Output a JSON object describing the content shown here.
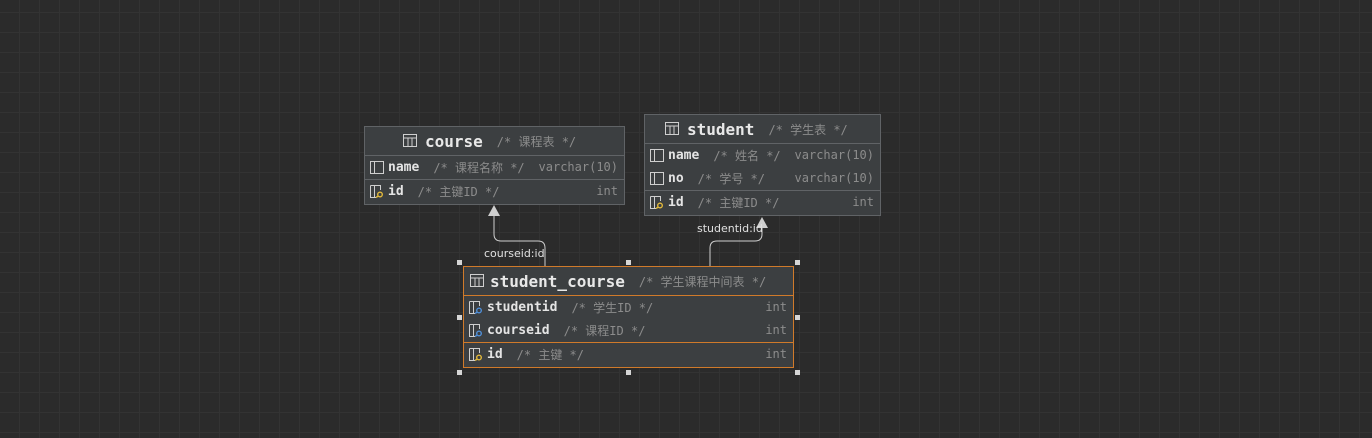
{
  "tables": {
    "course": {
      "name": "course",
      "comment": "/* 课程表 */",
      "columns": [
        {
          "name": "name",
          "comment": "/* 课程名称 */",
          "type": "varchar(10)"
        }
      ],
      "key": {
        "name": "id",
        "comment": "/* 主键ID */",
        "type": "int"
      }
    },
    "student": {
      "name": "student",
      "comment": "/* 学生表 */",
      "columns": [
        {
          "name": "name",
          "comment": "/* 姓名 */",
          "type": "varchar(10)"
        },
        {
          "name": "no",
          "comment": "/* 学号 */",
          "type": "varchar(10)"
        }
      ],
      "key": {
        "name": "id",
        "comment": "/* 主键ID */",
        "type": "int"
      }
    },
    "student_course": {
      "name": "student_course",
      "comment": "/* 学生课程中间表 */",
      "columns": [
        {
          "name": "studentid",
          "comment": "/* 学生ID */",
          "type": "int"
        },
        {
          "name": "courseid",
          "comment": "/* 课程ID */",
          "type": "int"
        }
      ],
      "key": {
        "name": "id",
        "comment": "/* 主键 */",
        "type": "int"
      }
    }
  },
  "relations": {
    "courseid_label": "courseid:id",
    "studentid_label": "studentid:id"
  },
  "icons": {
    "table": "table-icon",
    "column": "column-icon",
    "foreign_key": "foreign-key-column-icon",
    "primary_key": "primary-key-icon"
  },
  "colors": {
    "background": "#2b2b2b",
    "table_fill": "#3c3f41",
    "selection": "#d07a2a",
    "key_icon": "#e2b93b",
    "fk_icon": "#4f8fd8"
  }
}
